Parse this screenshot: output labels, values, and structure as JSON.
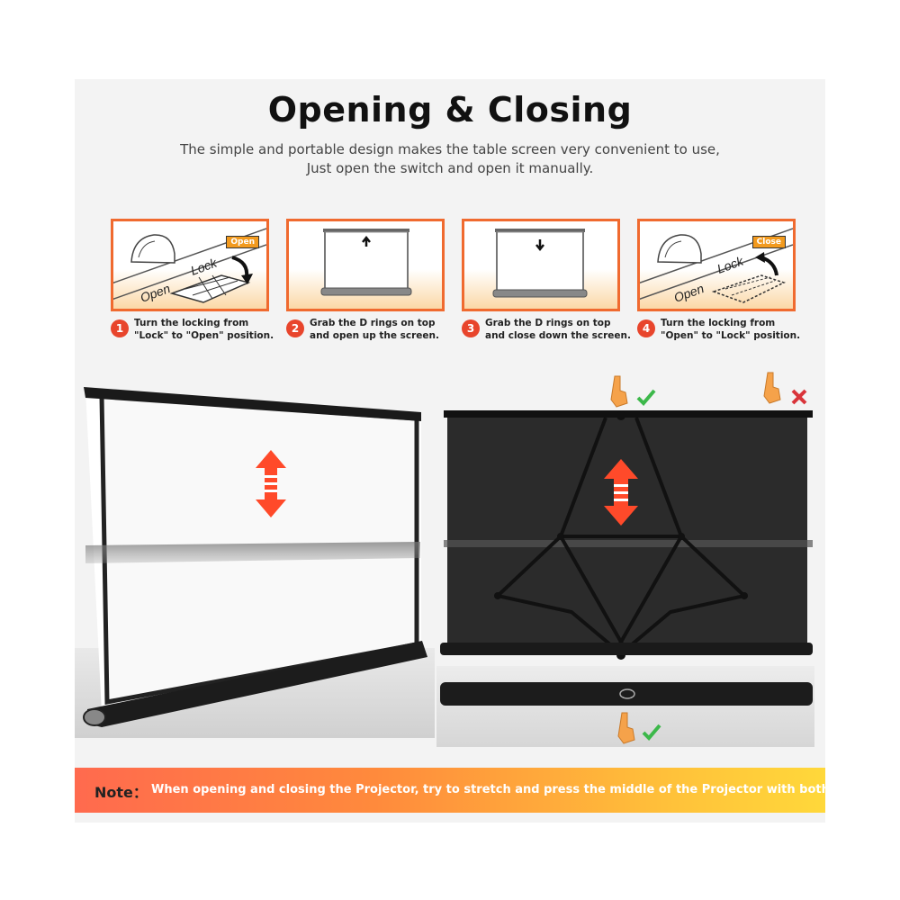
{
  "header": {
    "title": "Opening & Closing",
    "subtitle_line1": "The simple and portable design makes the table screen very convenient to use,",
    "subtitle_line2": "Just open the switch and open it manually."
  },
  "steps": [
    {
      "number": "1",
      "badge": "Open",
      "word_a": "Open",
      "word_b": "Lock",
      "line1": "Turn the locking from",
      "line2": "\"Lock\" to \"Open\" position."
    },
    {
      "number": "2",
      "line1": "Grab the D rings on top",
      "line2": "and open up the screen."
    },
    {
      "number": "3",
      "line1": "Grab the D rings on top",
      "line2": "and close down the screen."
    },
    {
      "number": "4",
      "badge": "Close",
      "word_a": "Open",
      "word_b": "Lock",
      "line1": "Turn the locking from",
      "line2": "\"Open\" to \"Lock\" position."
    }
  ],
  "note": {
    "label": "Note：",
    "text": "When opening and closing the Projector, try to stretch and press the middle of the Projector with both hands!"
  },
  "colors": {
    "accent_orange": "#f06a2f",
    "badge_orange": "#f29a1e",
    "step_number_red": "#e8452c",
    "check_green": "#3cb84a",
    "cross_red": "#d9343a",
    "arrow_red": "#ff4a2a"
  },
  "icons": [
    "up-arrow-icon",
    "down-arrow-icon",
    "double-arrow-icon",
    "hand-icon",
    "check-icon",
    "cross-icon"
  ]
}
